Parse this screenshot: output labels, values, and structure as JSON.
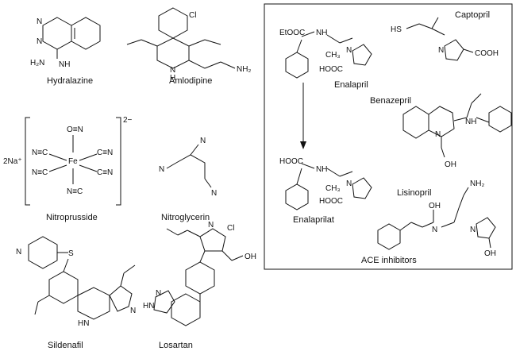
{
  "drugs": [
    {
      "name": "Hydralazine"
    },
    {
      "name": "Amlodipine"
    },
    {
      "name": "Nitroprusside"
    },
    {
      "name": "Nitroglycerin"
    },
    {
      "name": "Sildenafil"
    },
    {
      "name": "Losartan"
    }
  ],
  "ace_panel": {
    "caption": "ACE inhibitors",
    "drugs": [
      {
        "name": "Enalapril"
      },
      {
        "name": "Captopril"
      },
      {
        "name": "Benazepril"
      },
      {
        "name": "Enalaprilat"
      },
      {
        "name": "Lisinopril"
      }
    ]
  },
  "nitroprusside": {
    "counterion": "2Na⁺",
    "charge": "2−",
    "metal": "Fe",
    "cyano_1": "N≡C",
    "cyano_2": "C≡N",
    "nitrosyl": "O≡N",
    "cyano_5": "N≡C",
    "cyano_6": "C≡N",
    "cyano_7": "N≡C"
  },
  "atoms": {
    "hydralazine_nh": "NH",
    "hydralazine_h2n": "H₂N",
    "hydralazine_n1": "N",
    "hydralazine_n2": "N",
    "amlodipine_cl": "Cl",
    "amlodipine_nh2": "NH₂",
    "amlodipine_nh": "N",
    "amlodipine_h": "H",
    "enalapril_etooc": "EtOOC",
    "enalapril_nh": "NH",
    "enalapril_ch3": "CH₃",
    "enalapril_hooc": "HOOC",
    "enalapril_n": "N",
    "captopril_hs": "HS",
    "captopril_cooh": "COOH",
    "captopril_n": "N",
    "benazepril_nh": "NH",
    "benazepril_oh": "OH",
    "benazepril_n": "N",
    "enalaprilat_hooc": "HOOC",
    "enalaprilat_nh": "NH",
    "enalaprilat_ch3": "CH₃",
    "enalaprilat_hooc2": "HOOC",
    "enalaprilat_n": "N",
    "lisinopril_nh2": "NH₂",
    "lisinopril_oh": "OH",
    "lisinopril_n": "N",
    "lisinopril_n2": "N",
    "lisinopril_oh2": "OH",
    "nitroglycerin_n1": "N",
    "nitroglycerin_n2": "N",
    "nitroglycerin_n3": "N",
    "sildenafil_n1": "N",
    "sildenafil_s": "S",
    "sildenafil_hn": "HN",
    "sildenafil_n2": "N",
    "losartan_cl": "Cl",
    "losartan_oh": "OH",
    "losartan_n1": "N",
    "losartan_hn": "HN",
    "losartan_n2": "N"
  }
}
